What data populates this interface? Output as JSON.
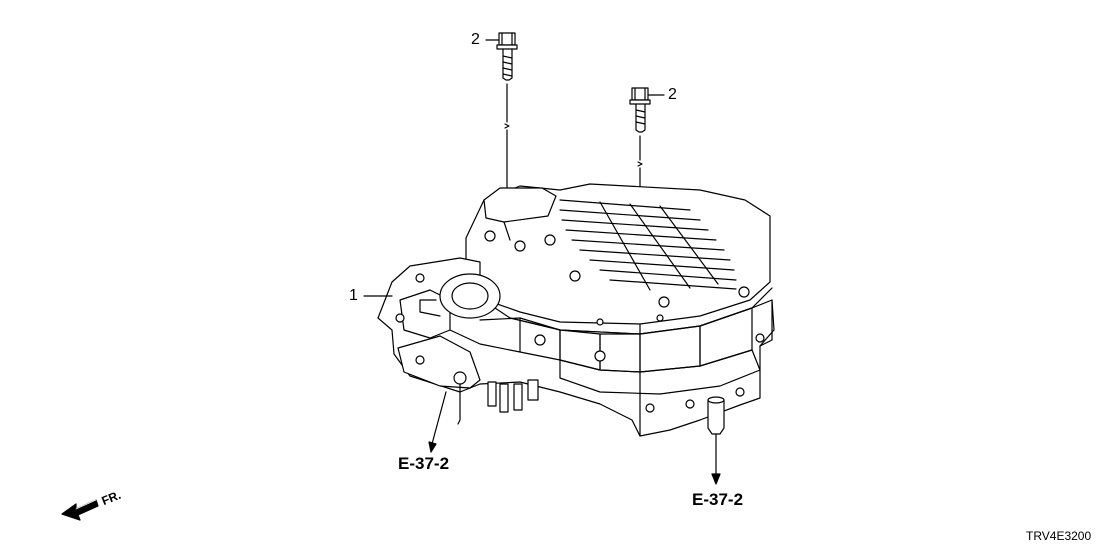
{
  "callouts": {
    "part_1": "1",
    "bolt_a": "2",
    "bolt_b": "2"
  },
  "references": {
    "left": "E-37-2",
    "right": "E-37-2"
  },
  "front_indicator": {
    "label": "FR."
  },
  "diagram_code": "TRV4E3200"
}
